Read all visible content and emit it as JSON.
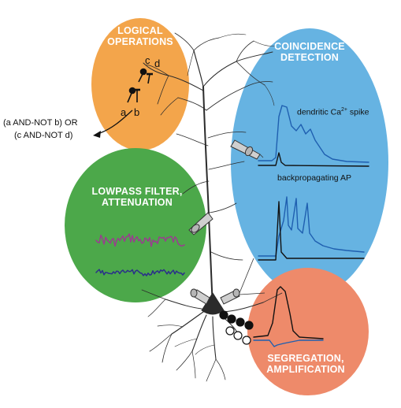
{
  "regions": {
    "logical": {
      "title_line1": "LOGICAL",
      "title_line2": "OPERATIONS",
      "color": "#f3a54b"
    },
    "coincidence": {
      "title_line1": "COINCIDENCE",
      "title_line2": "DETECTION",
      "color": "#66b3e2"
    },
    "lowpass": {
      "title_line1": "LOWPASS FILTER,",
      "title_line2": "ATTENUATION",
      "color": "#4ca84a"
    },
    "segregation": {
      "title_line1": "SEGREGATION,",
      "title_line2": "AMPLIFICATION",
      "color": "#ee8a6a"
    }
  },
  "logic": {
    "input_labels": {
      "a": "a",
      "b": "b",
      "c": "c",
      "d": "d"
    },
    "expression_line1": "(a AND-NOT b) OR",
    "expression_line2": "(c AND-NOT d)"
  },
  "traces": {
    "dendritic_label": "dendritic Ca",
    "dendritic_label_sup": "2+",
    "dendritic_label_tail": " spike",
    "backprop_label": "backpropagating AP",
    "blue_color": "#1f5fb0",
    "black_color": "#111111",
    "purple_color": "#9a3d8f",
    "navy_color": "#2a2f8a"
  }
}
